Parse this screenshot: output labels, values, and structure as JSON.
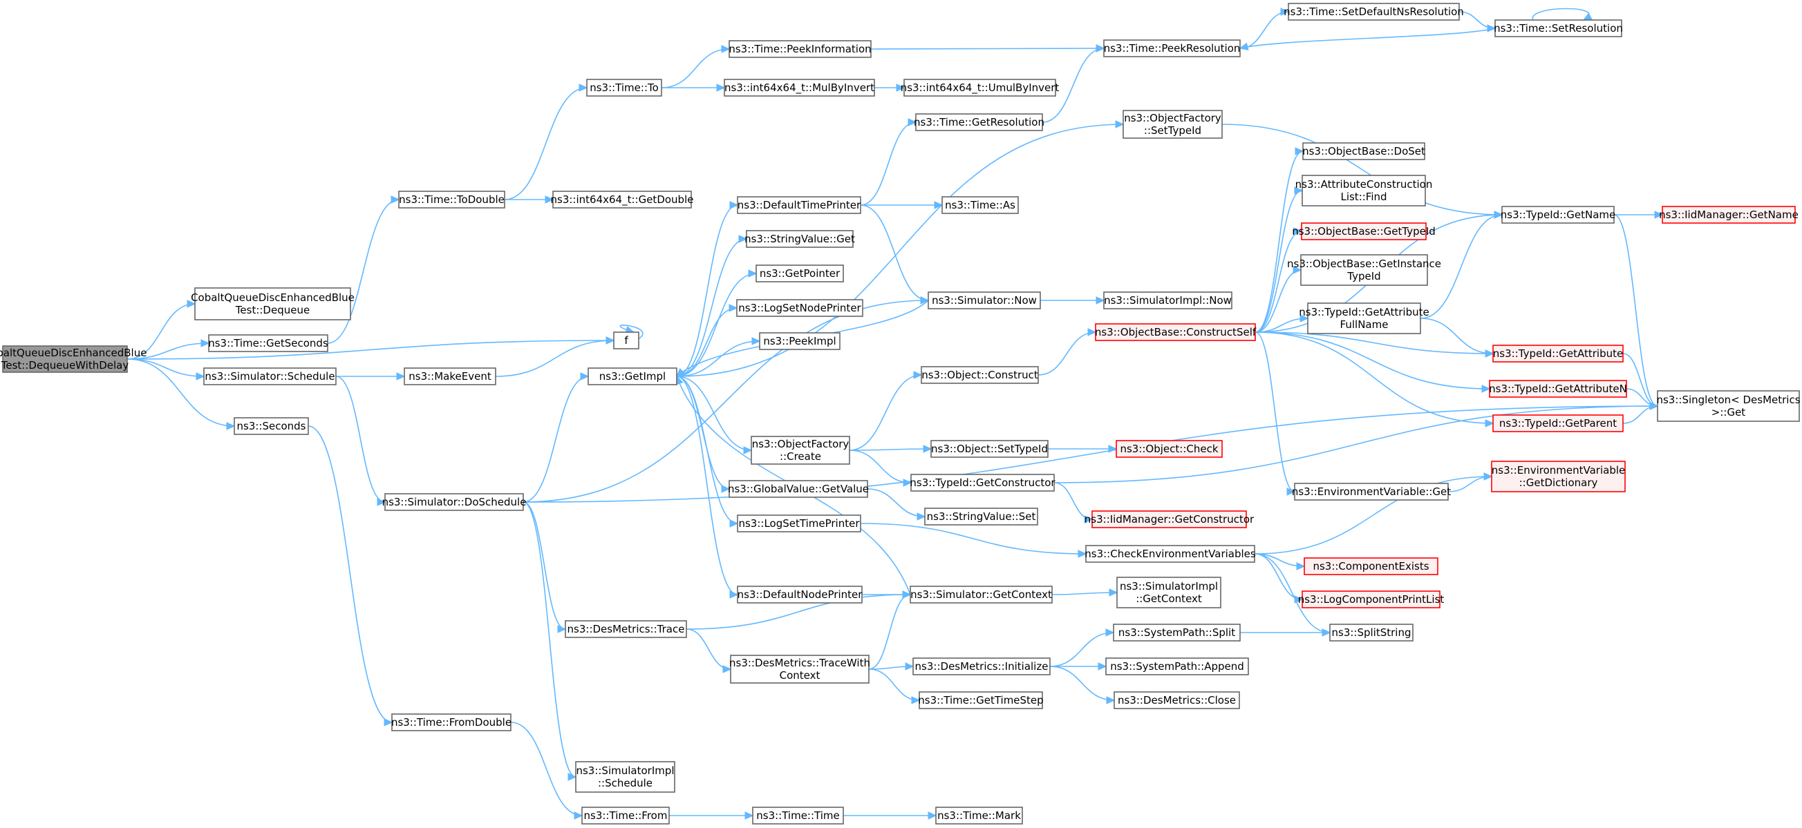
{
  "colors": {
    "edge": "#63b8ff",
    "node_border": "#666666",
    "root_fill": "#999999",
    "highlight_border": "#ff0000",
    "highlight_fill": "#fff0f0"
  },
  "nodes": [
    {
      "id": "root",
      "lines": [
        "CobaltQueueDiscEnhancedBlue",
        "Test::DequeueWithDelay"
      ],
      "style": "root"
    },
    {
      "id": "cqdeq",
      "lines": [
        "CobaltQueueDiscEnhancedBlue",
        "Test::Dequeue"
      ]
    },
    {
      "id": "getseconds",
      "lines": [
        "ns3::Time::GetSeconds"
      ]
    },
    {
      "id": "schedule",
      "lines": [
        "ns3::Simulator::Schedule"
      ]
    },
    {
      "id": "seconds",
      "lines": [
        "ns3::Seconds"
      ]
    },
    {
      "id": "todouble",
      "lines": [
        "ns3::Time::ToDouble"
      ]
    },
    {
      "id": "f",
      "lines": [
        "f"
      ]
    },
    {
      "id": "makeevent",
      "lines": [
        "ns3::MakeEvent"
      ]
    },
    {
      "id": "doschedule",
      "lines": [
        "ns3::Simulator::DoSchedule"
      ]
    },
    {
      "id": "fromdouble",
      "lines": [
        "ns3::Time::FromDouble"
      ]
    },
    {
      "id": "timeto",
      "lines": [
        "ns3::Time::To"
      ]
    },
    {
      "id": "getdouble",
      "lines": [
        "ns3::int64x64_t::GetDouble"
      ]
    },
    {
      "id": "getimpl",
      "lines": [
        "ns3::GetImpl"
      ]
    },
    {
      "id": "destrace",
      "lines": [
        "ns3::DesMetrics::Trace"
      ]
    },
    {
      "id": "simimplsched",
      "lines": [
        "ns3::SimulatorImpl",
        "::Schedule"
      ]
    },
    {
      "id": "timefrom",
      "lines": [
        "ns3::Time::From"
      ]
    },
    {
      "id": "peekinfo",
      "lines": [
        "ns3::Time::PeekInformation"
      ]
    },
    {
      "id": "mulbyinvert",
      "lines": [
        "ns3::int64x64_t::MulByInvert"
      ]
    },
    {
      "id": "umulbyinvert",
      "lines": [
        "ns3::int64x64_t::UmulByInvert"
      ]
    },
    {
      "id": "gettimeres",
      "lines": [
        "ns3::Time::GetResolution"
      ]
    },
    {
      "id": "deftimeprinter",
      "lines": [
        "ns3::DefaultTimePrinter"
      ]
    },
    {
      "id": "stringvalueget",
      "lines": [
        "ns3::StringValue::Get"
      ]
    },
    {
      "id": "getpointer",
      "lines": [
        "ns3::GetPointer"
      ]
    },
    {
      "id": "logsetnodeprinter",
      "lines": [
        "ns3::LogSetNodePrinter"
      ]
    },
    {
      "id": "peekimpl",
      "lines": [
        "ns3::PeekImpl"
      ]
    },
    {
      "id": "objfactcreate",
      "lines": [
        "ns3::ObjectFactory",
        "::Create"
      ]
    },
    {
      "id": "globalvalueget",
      "lines": [
        "ns3::GlobalValue::GetValue"
      ]
    },
    {
      "id": "logsettimeprinter",
      "lines": [
        "ns3::LogSetTimePrinter"
      ]
    },
    {
      "id": "defnodeprinter",
      "lines": [
        "ns3::DefaultNodePrinter"
      ]
    },
    {
      "id": "destracectx",
      "lines": [
        "ns3::DesMetrics::TraceWith",
        "Context"
      ]
    },
    {
      "id": "timetime",
      "lines": [
        "ns3::Time::Time"
      ]
    },
    {
      "id": "timemark",
      "lines": [
        "ns3::Time::Mark"
      ]
    },
    {
      "id": "peekres",
      "lines": [
        "ns3::Time::PeekResolution"
      ]
    },
    {
      "id": "setdefns",
      "lines": [
        "ns3::Time::SetDefaultNsResolution"
      ]
    },
    {
      "id": "setres",
      "lines": [
        "ns3::Time::SetResolution"
      ]
    },
    {
      "id": "objfactsettypeid",
      "lines": [
        "ns3::ObjectFactory",
        "::SetTypeId"
      ]
    },
    {
      "id": "timeas",
      "lines": [
        "ns3::Time::As"
      ]
    },
    {
      "id": "simnow",
      "lines": [
        "ns3::Simulator::Now"
      ]
    },
    {
      "id": "simimplnow",
      "lines": [
        "ns3::SimulatorImpl::Now"
      ]
    },
    {
      "id": "objconstruct",
      "lines": [
        "ns3::Object::Construct"
      ]
    },
    {
      "id": "objsettypeid",
      "lines": [
        "ns3::Object::SetTypeId"
      ]
    },
    {
      "id": "objcheck",
      "lines": [
        "ns3::Object::Check"
      ],
      "style": "red"
    },
    {
      "id": "typeidgetctor",
      "lines": [
        "ns3::TypeId::GetConstructor"
      ]
    },
    {
      "id": "stringvalueset",
      "lines": [
        "ns3::StringValue::Set"
      ]
    },
    {
      "id": "iidgetctor",
      "lines": [
        "ns3::IidManager::GetConstructor"
      ],
      "style": "red"
    },
    {
      "id": "simgetctx",
      "lines": [
        "ns3::Simulator::GetContext"
      ]
    },
    {
      "id": "simimplgetctx",
      "lines": [
        "ns3::SimulatorImpl",
        "::GetContext"
      ]
    },
    {
      "id": "desinit",
      "lines": [
        "ns3::DesMetrics::Initialize"
      ]
    },
    {
      "id": "gettimestep",
      "lines": [
        "ns3::Time::GetTimeStep"
      ]
    },
    {
      "id": "syspathsplit",
      "lines": [
        "ns3::SystemPath::Split"
      ]
    },
    {
      "id": "syspathappend",
      "lines": [
        "ns3::SystemPath::Append"
      ]
    },
    {
      "id": "desclose",
      "lines": [
        "ns3::DesMetrics::Close"
      ]
    },
    {
      "id": "checkenv",
      "lines": [
        "ns3::CheckEnvironmentVariables"
      ]
    },
    {
      "id": "objbaseconstruct",
      "lines": [
        "ns3::ObjectBase::ConstructSelf"
      ],
      "style": "red"
    },
    {
      "id": "objbasedoset",
      "lines": [
        "ns3::ObjectBase::DoSet"
      ]
    },
    {
      "id": "attrfind",
      "lines": [
        "ns3::AttributeConstruction",
        "List::Find"
      ]
    },
    {
      "id": "objbasegettypeid",
      "lines": [
        "ns3::ObjectBase::GetTypeId"
      ],
      "style": "red"
    },
    {
      "id": "objbasegetinst",
      "lines": [
        "ns3::ObjectBase::GetInstance",
        "TypeId"
      ]
    },
    {
      "id": "typeidgetattrfull",
      "lines": [
        "ns3::TypeId::GetAttribute",
        "FullName"
      ]
    },
    {
      "id": "envget",
      "lines": [
        "ns3::EnvironmentVariable::Get"
      ]
    },
    {
      "id": "componentexists",
      "lines": [
        "ns3::ComponentExists"
      ],
      "style": "red"
    },
    {
      "id": "logcompprint",
      "lines": [
        "ns3::LogComponentPrintList"
      ],
      "style": "red"
    },
    {
      "id": "splitstring",
      "lines": [
        "ns3::SplitString"
      ]
    },
    {
      "id": "typeidgetname",
      "lines": [
        "ns3::TypeId::GetName"
      ]
    },
    {
      "id": "iidgetname",
      "lines": [
        "ns3::IidManager::GetName"
      ],
      "style": "red"
    },
    {
      "id": "typeidgetattr",
      "lines": [
        "ns3::TypeId::GetAttribute"
      ],
      "style": "red"
    },
    {
      "id": "typeidgetattrn",
      "lines": [
        "ns3::TypeId::GetAttributeN"
      ],
      "style": "red"
    },
    {
      "id": "typeidgetparent",
      "lines": [
        "ns3::TypeId::GetParent"
      ],
      "style": "red"
    },
    {
      "id": "envgetdict",
      "lines": [
        "ns3::EnvironmentVariable",
        "::GetDictionary"
      ],
      "style": "red"
    },
    {
      "id": "singletonget",
      "lines": [
        "ns3::Singleton< DesMetrics",
        ">::Get"
      ]
    }
  ],
  "edges": [
    [
      "root",
      "cqdeq"
    ],
    [
      "root",
      "getseconds"
    ],
    [
      "root",
      "schedule"
    ],
    [
      "root",
      "seconds"
    ],
    [
      "root",
      "f"
    ],
    [
      "getseconds",
      "todouble"
    ],
    [
      "todouble",
      "timeto"
    ],
    [
      "todouble",
      "getdouble"
    ],
    [
      "timeto",
      "peekinfo"
    ],
    [
      "timeto",
      "mulbyinvert"
    ],
    [
      "mulbyinvert",
      "umulbyinvert"
    ],
    [
      "peekinfo",
      "peekres"
    ],
    [
      "peekres",
      "setdefns"
    ],
    [
      "setdefns",
      "setres"
    ],
    [
      "setres",
      "peekres"
    ],
    [
      "setres",
      "setres"
    ],
    [
      "f",
      "f"
    ],
    [
      "schedule",
      "makeevent"
    ],
    [
      "schedule",
      "doschedule"
    ],
    [
      "makeevent",
      "f"
    ],
    [
      "seconds",
      "fromdouble"
    ],
    [
      "fromdouble",
      "timefrom"
    ],
    [
      "timefrom",
      "timetime"
    ],
    [
      "timetime",
      "timemark"
    ],
    [
      "doschedule",
      "getimpl"
    ],
    [
      "doschedule",
      "simnow"
    ],
    [
      "doschedule",
      "destrace"
    ],
    [
      "doschedule",
      "simimplsched"
    ],
    [
      "doschedule",
      "singletonget"
    ],
    [
      "destrace",
      "simgetctx"
    ],
    [
      "destrace",
      "destracectx"
    ],
    [
      "destracectx",
      "simgetctx"
    ],
    [
      "destracectx",
      "desinit"
    ],
    [
      "destracectx",
      "gettimestep"
    ],
    [
      "desinit",
      "syspathsplit"
    ],
    [
      "desinit",
      "syspathappend"
    ],
    [
      "desinit",
      "desclose"
    ],
    [
      "syspathsplit",
      "splitstring"
    ],
    [
      "getimpl",
      "deftimeprinter"
    ],
    [
      "getimpl",
      "stringvalueget"
    ],
    [
      "getimpl",
      "getpointer"
    ],
    [
      "getimpl",
      "logsetnodeprinter"
    ],
    [
      "getimpl",
      "peekimpl"
    ],
    [
      "getimpl",
      "objfactcreate"
    ],
    [
      "getimpl",
      "globalvalueget"
    ],
    [
      "getimpl",
      "logsettimeprinter"
    ],
    [
      "getimpl",
      "defnodeprinter"
    ],
    [
      "getimpl",
      "objfactsettypeid"
    ],
    [
      "deftimeprinter",
      "gettimeres"
    ],
    [
      "deftimeprinter",
      "timeas"
    ],
    [
      "deftimeprinter",
      "simnow"
    ],
    [
      "gettimeres",
      "peekres"
    ],
    [
      "simnow",
      "getimpl"
    ],
    [
      "simnow",
      "simimplnow"
    ],
    [
      "objfactcreate",
      "objconstruct"
    ],
    [
      "objfactcreate",
      "objsettypeid"
    ],
    [
      "objfactcreate",
      "typeidgetctor"
    ],
    [
      "objconstruct",
      "objbaseconstruct"
    ],
    [
      "objsettypeid",
      "objcheck"
    ],
    [
      "typeidgetctor",
      "iidgetctor"
    ],
    [
      "typeidgetctor",
      "singletonget"
    ],
    [
      "globalvalueget",
      "stringvalueset"
    ],
    [
      "logsettimeprinter",
      "checkenv"
    ],
    [
      "defnodeprinter",
      "simgetctx"
    ],
    [
      "simgetctx",
      "getimpl"
    ],
    [
      "simgetctx",
      "simimplgetctx"
    ],
    [
      "checkenv",
      "envgetdict"
    ],
    [
      "checkenv",
      "componentexists"
    ],
    [
      "checkenv",
      "logcompprint"
    ],
    [
      "checkenv",
      "splitstring"
    ],
    [
      "objfactsettypeid",
      "typeidgetname"
    ],
    [
      "objbaseconstruct",
      "objbasedoset"
    ],
    [
      "objbaseconstruct",
      "attrfind"
    ],
    [
      "objbaseconstruct",
      "objbasegettypeid"
    ],
    [
      "objbaseconstruct",
      "objbasegetinst"
    ],
    [
      "objbaseconstruct",
      "typeidgetattrfull"
    ],
    [
      "objbaseconstruct",
      "typeidgetattr"
    ],
    [
      "objbaseconstruct",
      "typeidgetattrn"
    ],
    [
      "objbaseconstruct",
      "typeidgetparent"
    ],
    [
      "objbaseconstruct",
      "envget"
    ],
    [
      "objbaseconstruct",
      "typeidgetname"
    ],
    [
      "typeidgetattrfull",
      "typeidgetname"
    ],
    [
      "typeidgetattrfull",
      "typeidgetattr"
    ],
    [
      "envget",
      "envgetdict"
    ],
    [
      "typeidgetname",
      "iidgetname"
    ],
    [
      "typeidgetname",
      "singletonget"
    ],
    [
      "typeidgetattr",
      "singletonget"
    ],
    [
      "typeidgetattrn",
      "singletonget"
    ],
    [
      "typeidgetparent",
      "singletonget"
    ]
  ]
}
